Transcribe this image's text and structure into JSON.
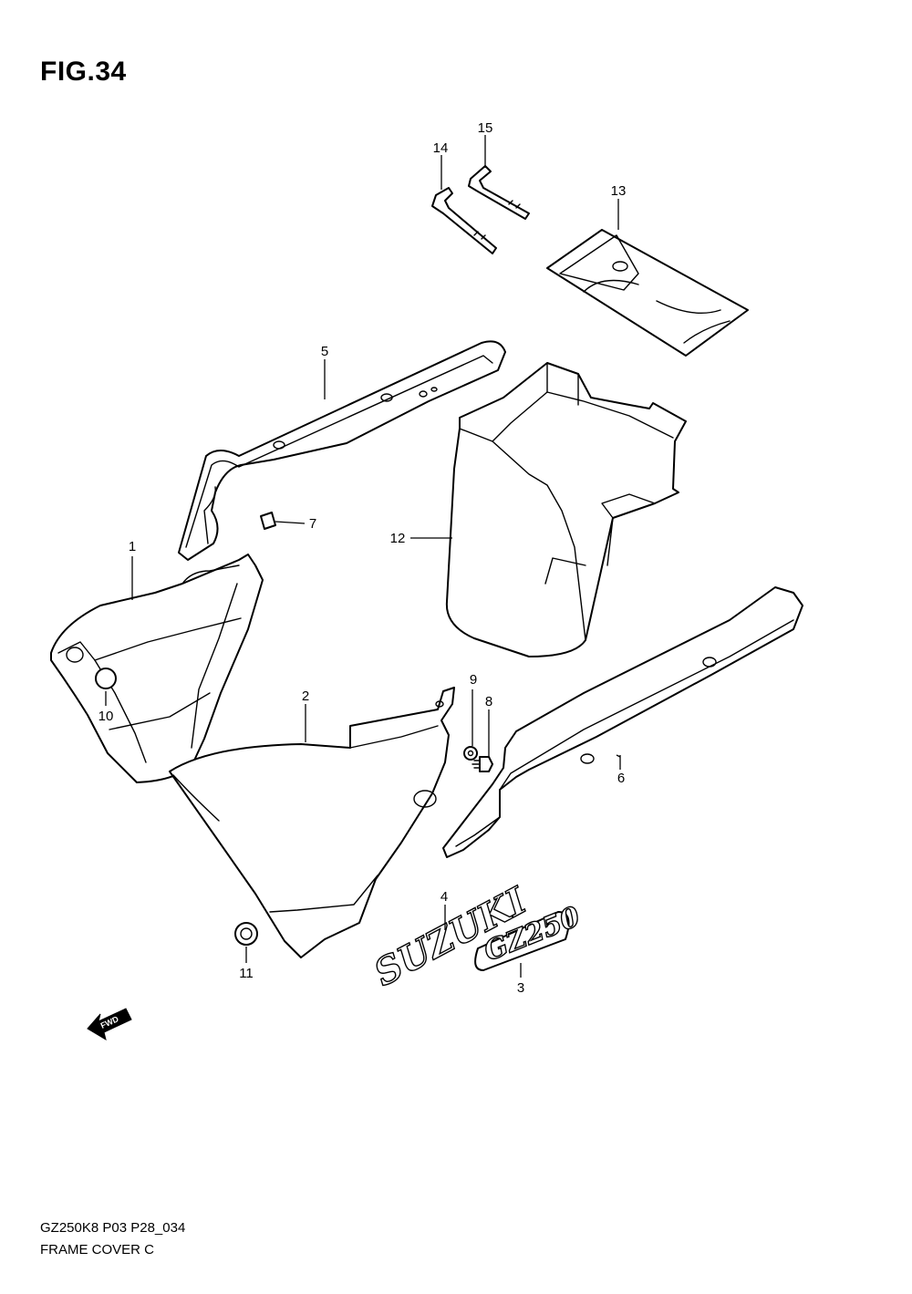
{
  "figure": {
    "title": "FIG.34",
    "model_code": "GZ250K8 P03 P28_034",
    "section_name": "FRAME COVER C"
  },
  "callouts": [
    {
      "id": "label-1",
      "number": "1"
    },
    {
      "id": "label-2",
      "number": "2"
    },
    {
      "id": "label-3",
      "number": "3"
    },
    {
      "id": "label-4",
      "number": "4"
    },
    {
      "id": "label-5",
      "number": "5"
    },
    {
      "id": "label-6",
      "number": "6"
    },
    {
      "id": "label-7",
      "number": "7"
    },
    {
      "id": "label-8",
      "number": "8"
    },
    {
      "id": "label-9",
      "number": "9"
    },
    {
      "id": "label-10",
      "number": "10"
    },
    {
      "id": "label-11",
      "number": "11"
    },
    {
      "id": "label-12",
      "number": "12"
    },
    {
      "id": "label-13",
      "number": "13"
    },
    {
      "id": "label-14",
      "number": "14"
    },
    {
      "id": "label-15",
      "number": "15"
    }
  ],
  "emblems": {
    "suzuki": "SUZUKI",
    "model": "GZ250"
  },
  "direction_arrow": "FWD"
}
